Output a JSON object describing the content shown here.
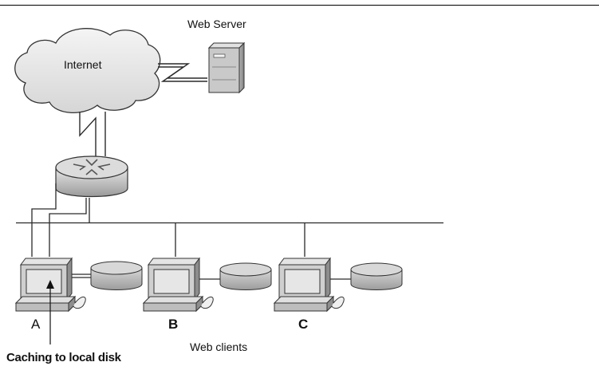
{
  "labels": {
    "internet": "Internet",
    "web_server": "Web Server",
    "client_a": "A",
    "client_b": "B",
    "client_c": "C",
    "web_clients": "Web clients",
    "caching": "Caching to local disk"
  },
  "colors": {
    "line": "#2a2a2a",
    "device_gray": "#cfcfcf",
    "device_shadow": "#8d8d8d",
    "screen": "#e6e6e6"
  }
}
